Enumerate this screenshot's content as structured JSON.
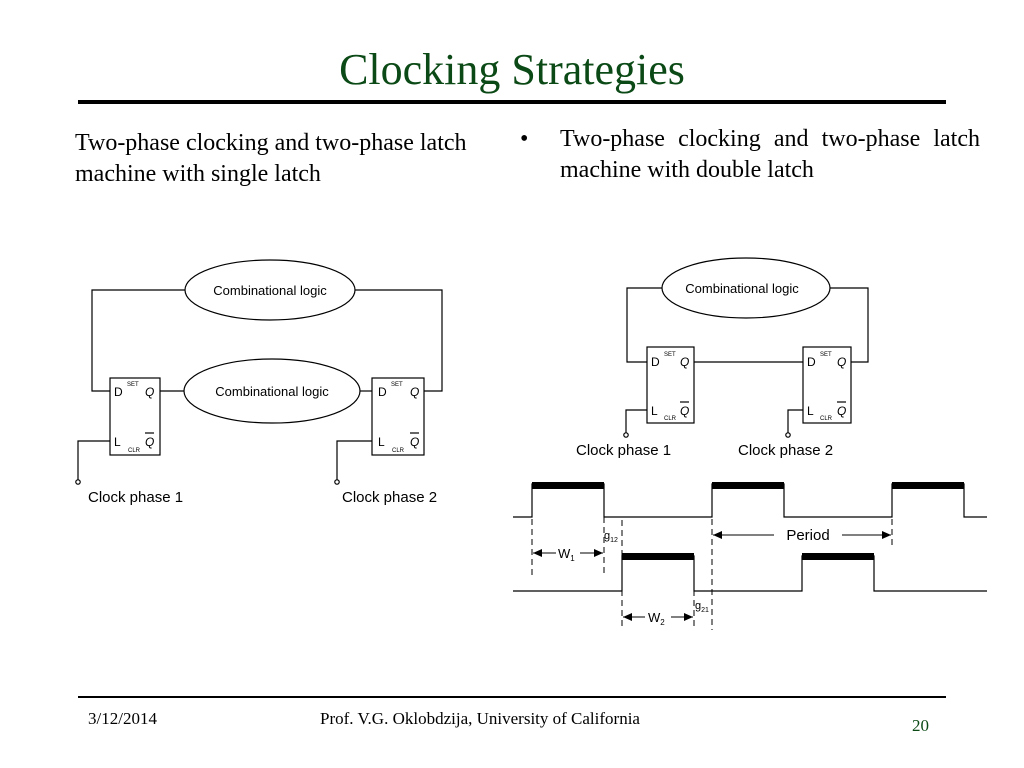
{
  "slide": {
    "title": "Clocking Strategies",
    "left_caption": "Two-phase clocking and two-phase latch machine with single latch",
    "right_bullet": "•",
    "right_caption": "Two-phase clocking and two-phase latch machine with double latch"
  },
  "latch": {
    "d": "D",
    "q": "Q",
    "l": "L",
    "qbar": "Q",
    "set": "SET",
    "clr": "CLR"
  },
  "left_diagram": {
    "logic_top": "Combinational logic",
    "logic_mid": "Combinational logic",
    "clock1": "Clock phase 1",
    "clock2": "Clock phase 2"
  },
  "right_diagram": {
    "logic_top": "Combinational logic",
    "clock1": "Clock phase 1",
    "clock2": "Clock phase 2"
  },
  "timing": {
    "period": "Period",
    "w1": "W",
    "w1_sub": "1",
    "w2": "W",
    "w2_sub": "2",
    "g12": "g",
    "g12_sub": "12",
    "g21": "g",
    "g21_sub": "21"
  },
  "footer": {
    "date": "3/12/2014",
    "author": "Prof. V.G. Oklobdzija, University of California",
    "page": "20"
  }
}
